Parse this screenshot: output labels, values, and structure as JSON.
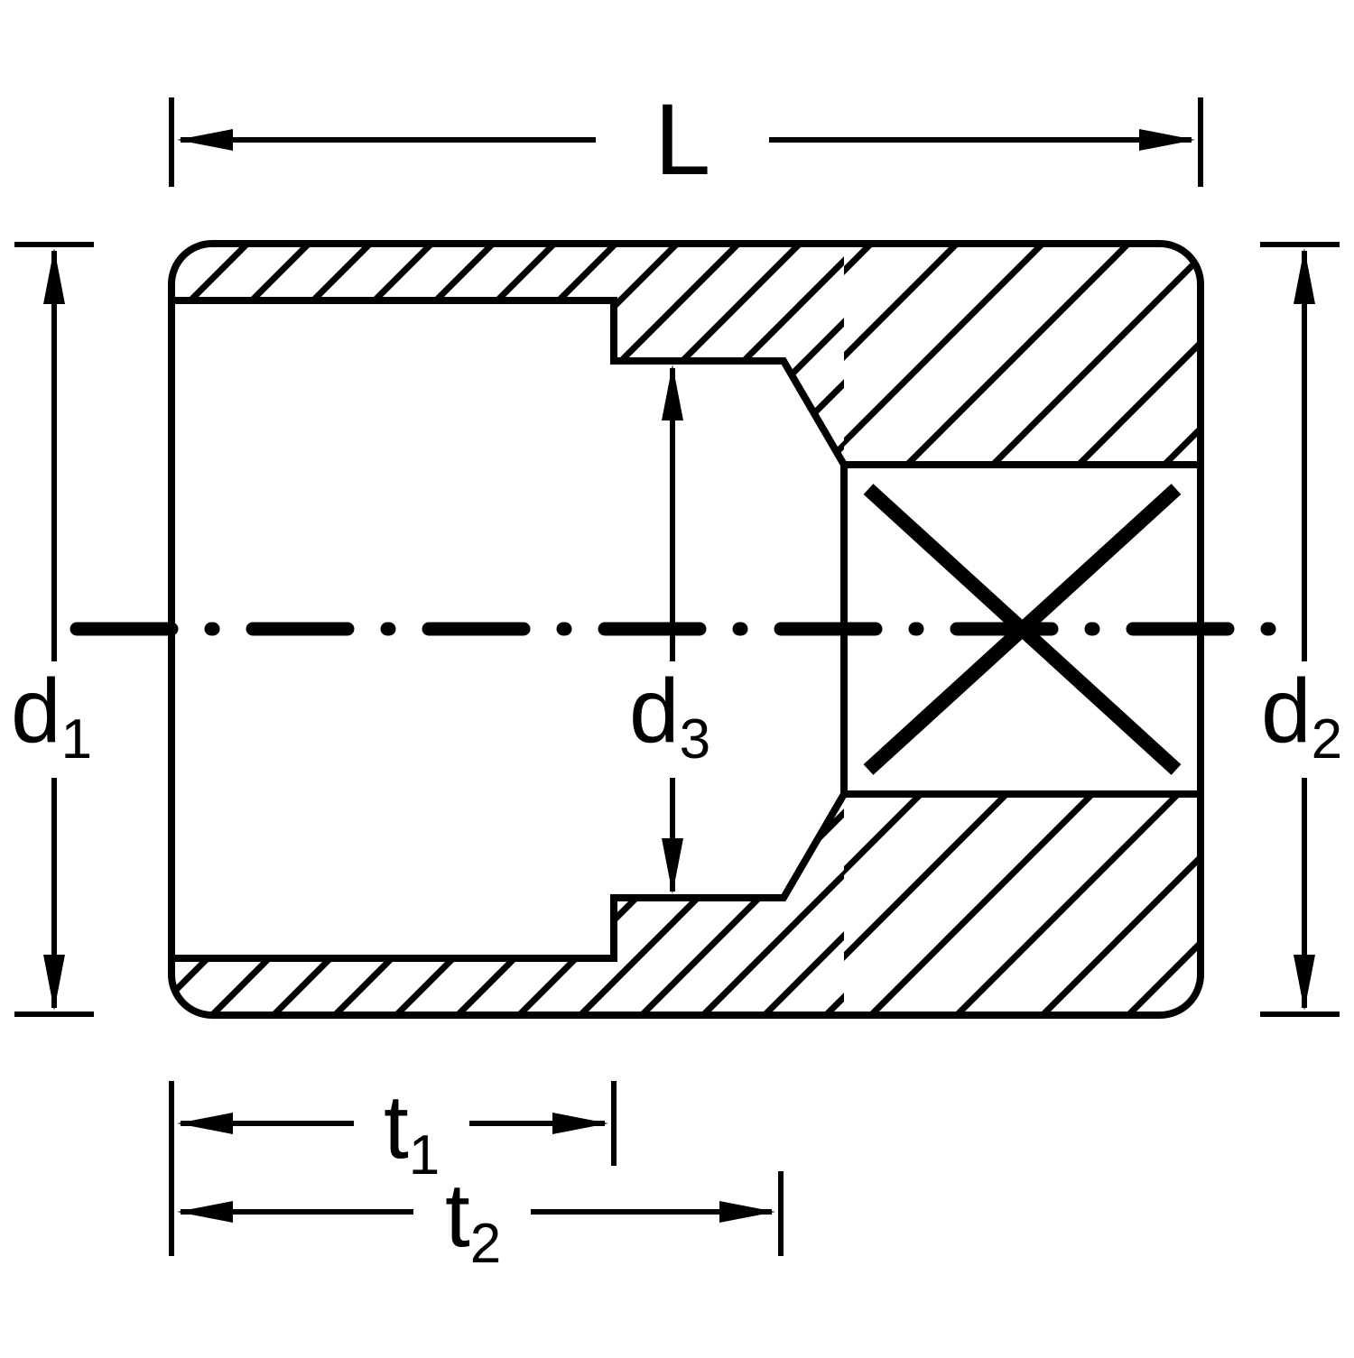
{
  "drawing": {
    "title": "Socket cross-section dimensional drawing"
  },
  "dimensions": {
    "L": {
      "label": "L"
    },
    "d1": {
      "base": "d",
      "sub": "1"
    },
    "d2": {
      "base": "d",
      "sub": "2"
    },
    "d3": {
      "base": "d",
      "sub": "3"
    },
    "t1": {
      "base": "t",
      "sub": "1"
    },
    "t2": {
      "base": "t",
      "sub": "2"
    }
  },
  "colors": {
    "line": "#000000",
    "background": "#ffffff"
  }
}
